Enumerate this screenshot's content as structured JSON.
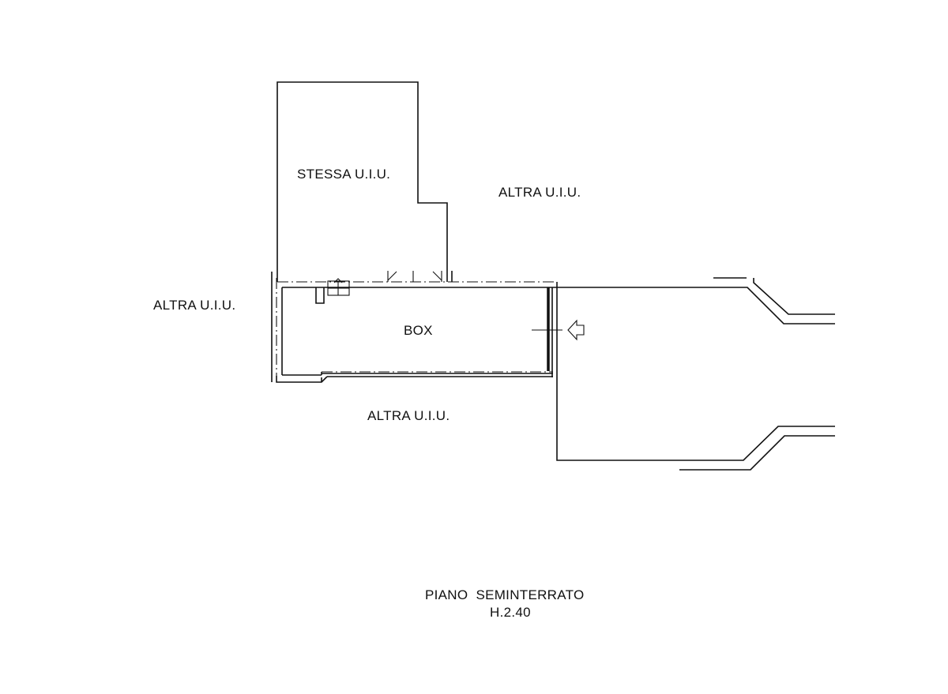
{
  "labels": {
    "stessa_uiu": "STESSA U.I.U.",
    "altra_top": "ALTRA U.I.U.",
    "altra_left": "ALTRA U.I.U.",
    "altra_bottom": "ALTRA U.I.U.",
    "box": "BOX"
  },
  "caption": {
    "floor": "PIANO  SEMINTERRATO",
    "height": "H.2.40"
  },
  "colors": {
    "line": "#111111",
    "background": "#ffffff"
  }
}
